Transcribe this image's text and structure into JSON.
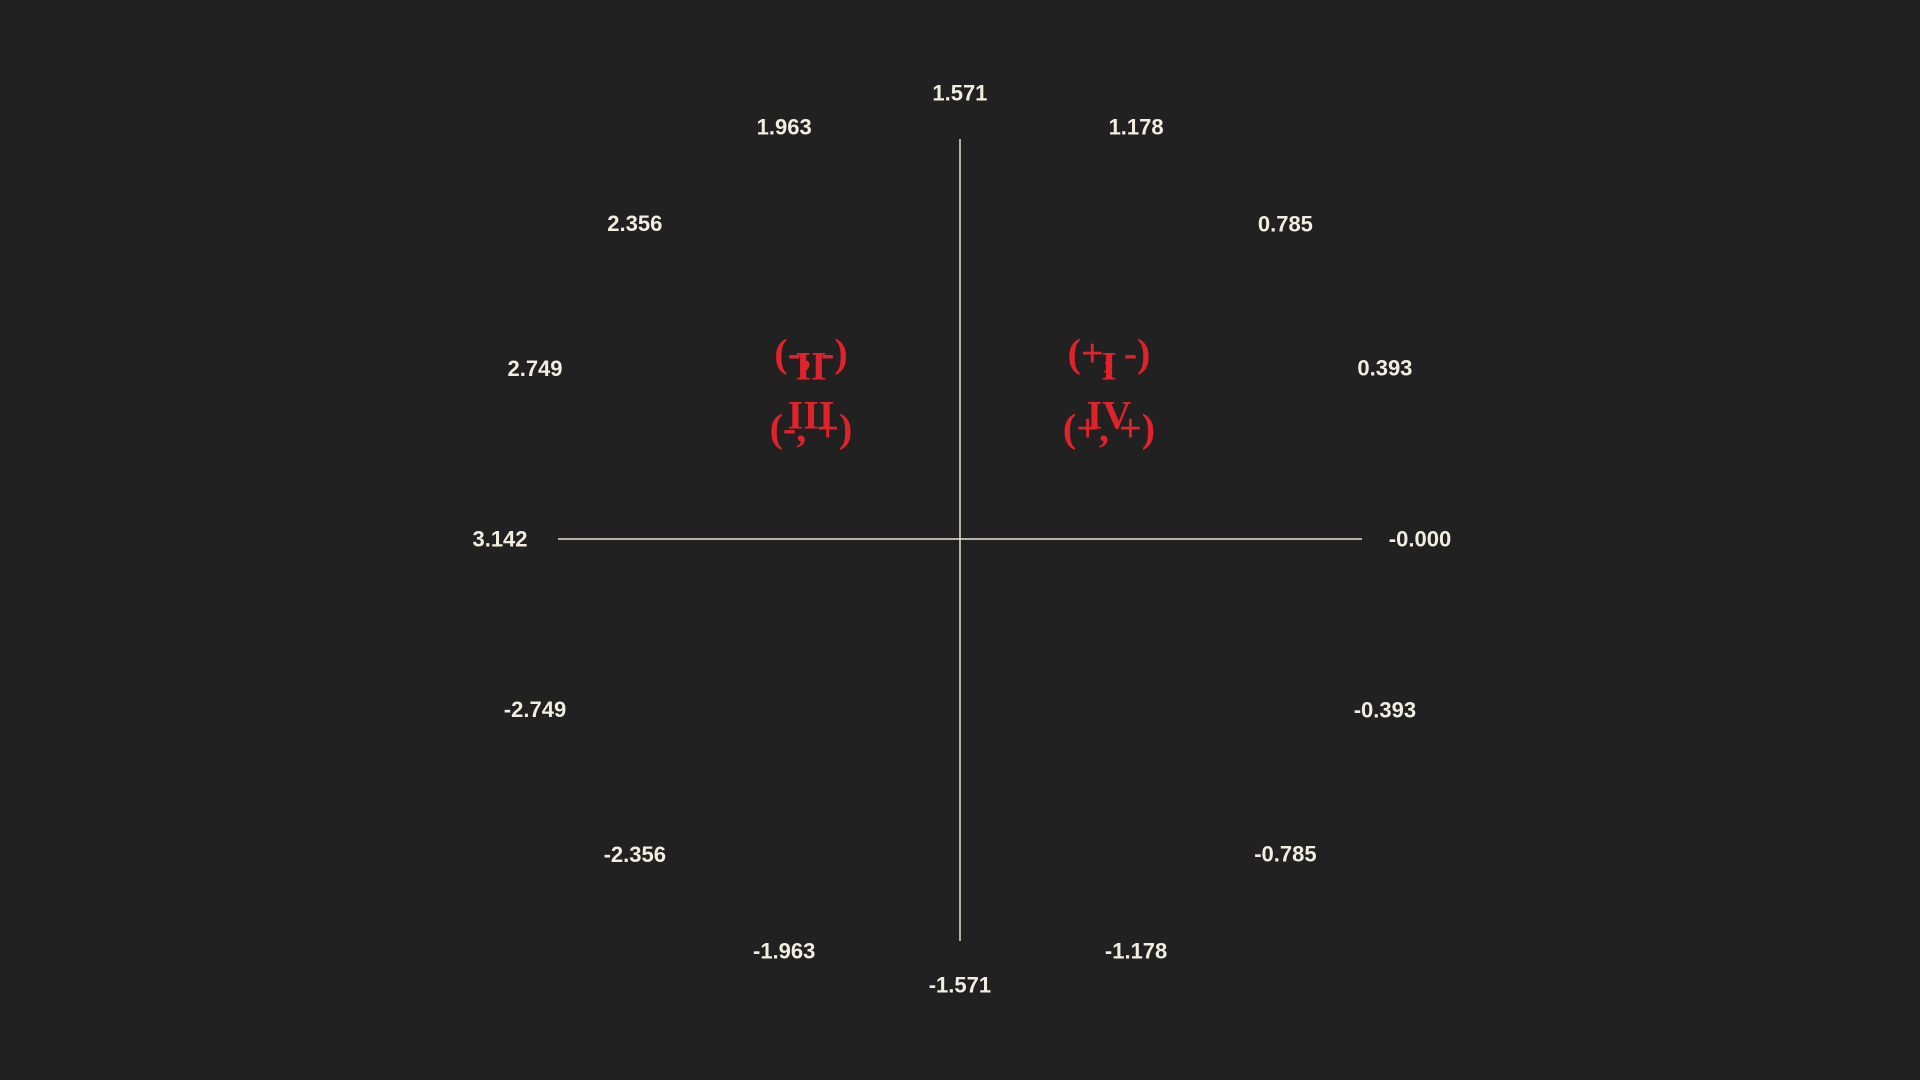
{
  "colors": {
    "background": "#212121",
    "axis": "#e8e4d0",
    "angle_text": "#f2ede0",
    "quadrant_text": "#e0232b"
  },
  "angle_labels": [
    {
      "angle": 0.0,
      "text": "-0.000"
    },
    {
      "angle": 0.393,
      "text": "0.393"
    },
    {
      "angle": 0.785,
      "text": "0.785"
    },
    {
      "angle": 1.178,
      "text": "1.178"
    },
    {
      "angle": 1.571,
      "text": "1.571"
    },
    {
      "angle": 1.963,
      "text": "1.963"
    },
    {
      "angle": 2.356,
      "text": "2.356"
    },
    {
      "angle": 2.749,
      "text": "2.749"
    },
    {
      "angle": 3.142,
      "text": "3.142"
    },
    {
      "angle": -2.749,
      "text": "-2.749"
    },
    {
      "angle": -2.356,
      "text": "-2.356"
    },
    {
      "angle": -1.963,
      "text": "-1.963"
    },
    {
      "angle": -1.571,
      "text": "-1.571"
    },
    {
      "angle": -1.178,
      "text": "-1.178"
    },
    {
      "angle": -0.785,
      "text": "-0.785"
    },
    {
      "angle": -0.393,
      "text": "-0.393"
    }
  ],
  "quadrants": [
    {
      "numeral": "I",
      "signs": "(+, +)",
      "sx": 1,
      "sy": 1
    },
    {
      "numeral": "II",
      "signs": "(-, +)",
      "sx": -1,
      "sy": 1
    },
    {
      "numeral": "III",
      "signs": "(-, -)",
      "sx": -1,
      "sy": -1
    },
    {
      "numeral": "IV",
      "signs": "(+, -)",
      "sx": 1,
      "sy": -1
    }
  ]
}
